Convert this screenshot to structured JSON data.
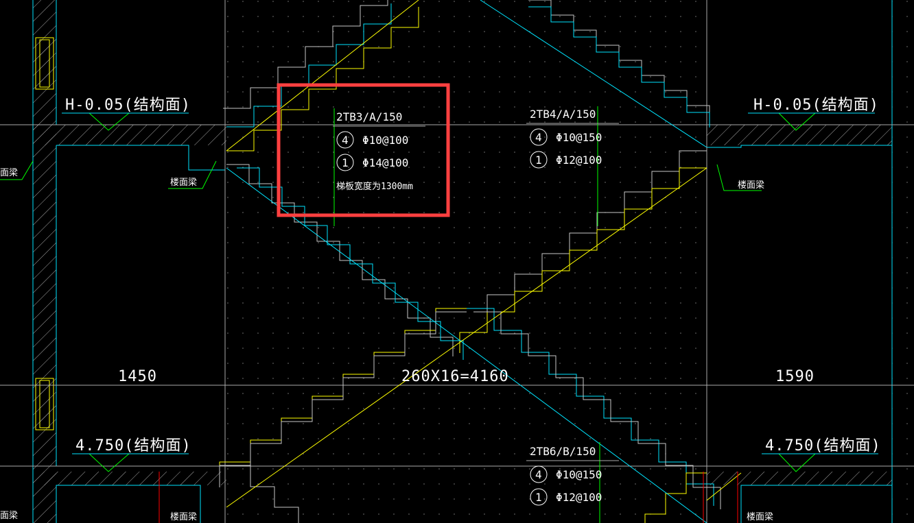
{
  "colors": {
    "background": "#000000",
    "wall": "#00e5ff",
    "stair_outline": "#c8c8c8",
    "break_line": "#ffff00",
    "leader": "#00ff00",
    "highlight": "#ff4040",
    "section": "#ff0000"
  },
  "levels": {
    "top_left": "H-0.05(结构面)",
    "top_right": "H-0.05(结构面)",
    "bottom_left": "4.750(结构面)",
    "bottom_right": "4.750(结构面)"
  },
  "beams": {
    "left_top": "楼面梁",
    "right_top": "楼面梁",
    "edge_left_top": "面梁",
    "edge_left_bottom": "面梁",
    "left_bottom": "楼面梁",
    "right_bottom": "楼面梁"
  },
  "dimensions": {
    "left": "1450",
    "middle": "260X16=4160",
    "right": "1590"
  },
  "tb3": {
    "title": "2TB3/A/150",
    "mark1": "4",
    "rebar1": "Φ10@100",
    "mark2": "1",
    "rebar2": "Φ14@100",
    "note": "梯板宽度为1300mm"
  },
  "tb4": {
    "title": "2TB4/A/150",
    "mark1": "4",
    "rebar1": "Φ10@150",
    "mark2": "1",
    "rebar2": "Φ12@100"
  },
  "tb6": {
    "title": "2TB6/B/150",
    "mark1": "4",
    "rebar1": "Φ10@150",
    "mark2": "1",
    "rebar2": "Φ12@100"
  }
}
